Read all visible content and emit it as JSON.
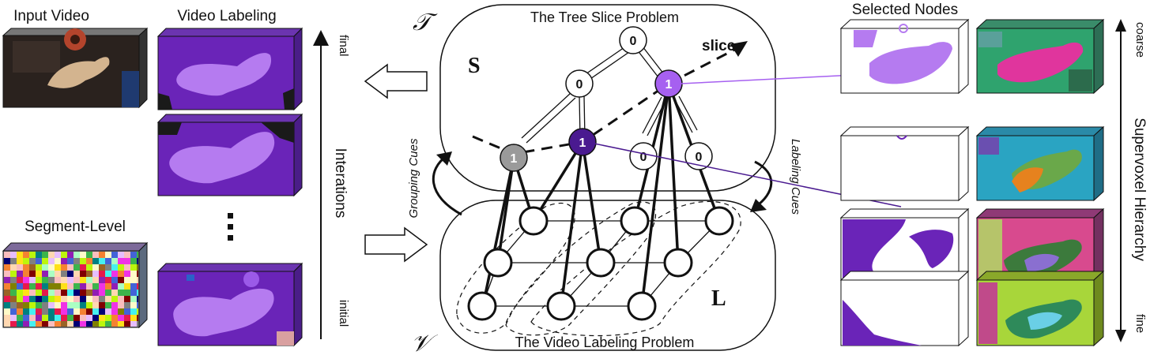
{
  "left": {
    "input_video_label": "Input Video",
    "video_labeling_label": "Video Labeling",
    "segment_level_label": "Segment-Level",
    "axis_label": "Interations",
    "axis_top": "final",
    "axis_bottom": "initial"
  },
  "center": {
    "tree_symbol": "𝒯",
    "video_symbol": "𝒱",
    "tree_title": "The Tree Slice Problem",
    "video_title": "The Video Labeling Problem",
    "slice_label": "slice",
    "S_label": "S",
    "L_label": "L",
    "grouping_cues": "Grouping Cues",
    "labeling_cues": "Labeling Cues",
    "node_labels": {
      "root": "0",
      "mid_left": "0",
      "mid_right": "1",
      "leaf_gray": "1",
      "leaf_dark": "1",
      "leaf_0a": "0",
      "leaf_0b": "0"
    }
  },
  "right": {
    "selected_label": "Selected Nodes",
    "hierarchy_label": "Supervoxel Hierarchy",
    "axis_top": "coarse",
    "axis_bottom": "fine"
  },
  "colors": {
    "purple_dark": "#5b1aa6",
    "purple_light": "#b57bf0",
    "node_gray": "#9a9a9a",
    "node_dark": "#4a1a90",
    "node_light": "#a660f0"
  }
}
